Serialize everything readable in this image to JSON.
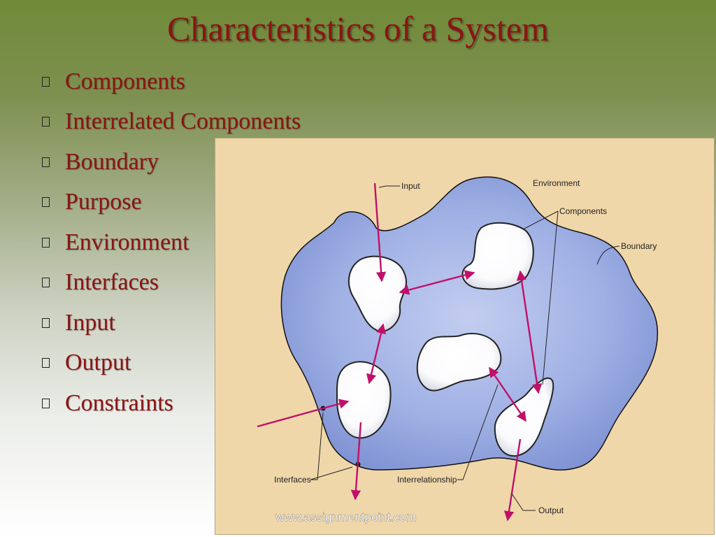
{
  "slide": {
    "title": "Characteristics of a System",
    "bullets": [
      "Components",
      "Interrelated Components",
      "Boundary",
      "Purpose",
      "Environment",
      "Interfaces",
      "Input",
      "Output",
      "Constraints"
    ]
  },
  "diagram": {
    "labels": {
      "input": "Input",
      "environment": "Environment",
      "components": "Components",
      "boundary": "Boundary",
      "interfaces": "Interfaces",
      "interrelationship": "Interrelationship",
      "output": "Output"
    },
    "watermark": "www.assignmentpoint.com"
  },
  "colors": {
    "title_text": "#8b1414",
    "system_fill": "#8fa0dc",
    "arrow": "#c0106a",
    "figure_bg": "#f0d7a9"
  }
}
